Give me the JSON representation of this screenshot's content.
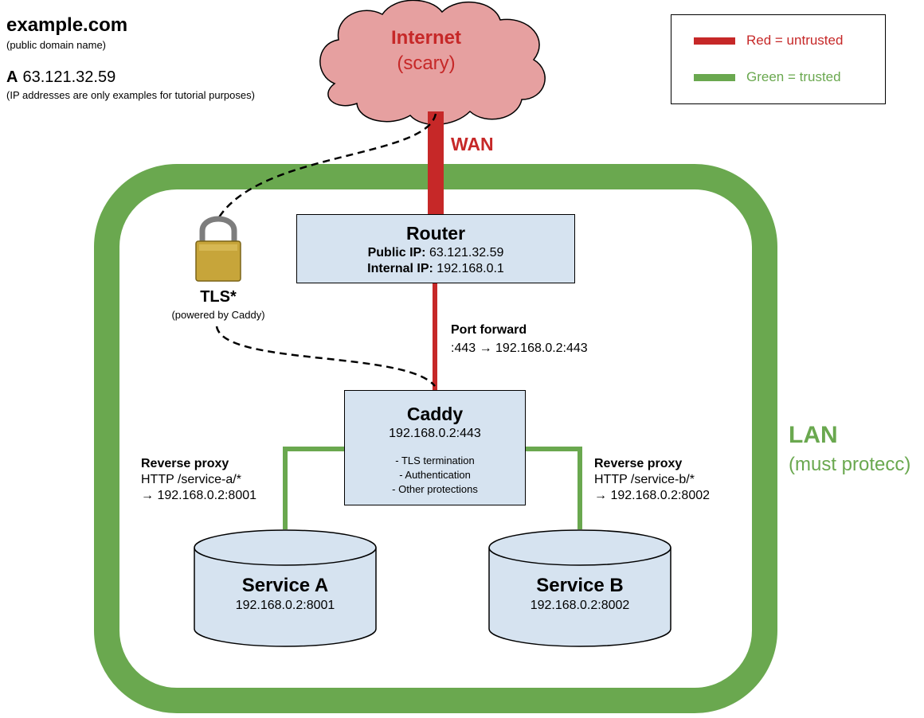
{
  "header": {
    "domain": "example.com",
    "domain_note": "(public domain name)",
    "record_type": "A",
    "record_ip": "63.121.32.59",
    "ip_note": "(IP addresses are only examples for tutorial purposes)"
  },
  "legend": {
    "untrusted_label": "Red = untrusted",
    "trusted_label": "Green = trusted",
    "untrusted_color": "#c62828",
    "trusted_color": "#6aa84f"
  },
  "internet": {
    "title": "Internet",
    "subtitle": "(scary)",
    "cloud_fill": "#e6a0a0",
    "cloud_stroke": "#000000"
  },
  "wan": {
    "label": "WAN"
  },
  "lan": {
    "label": "LAN",
    "subtitle": "(must protecc)"
  },
  "router": {
    "title": "Router",
    "public_ip_label": "Public IP:",
    "public_ip": "63.121.32.59",
    "internal_ip_label": "Internal IP:",
    "internal_ip": "192.168.0.1"
  },
  "tls": {
    "title": "TLS*",
    "subtitle": "(powered by Caddy)",
    "icon": "padlock-icon"
  },
  "port_forward": {
    "title": "Port forward",
    "rule": ":443 → 192.168.0.2:443"
  },
  "caddy": {
    "title": "Caddy",
    "address": "192.168.0.2:443",
    "features": [
      "- TLS termination",
      "- Authentication",
      "- Other protections"
    ]
  },
  "proxy_a": {
    "title": "Reverse proxy",
    "path": "HTTP /service-a/*",
    "target": "→ 192.168.0.2:8001"
  },
  "proxy_b": {
    "title": "Reverse proxy",
    "path": "HTTP /service-b/*",
    "target": "→ 192.168.0.2:8002"
  },
  "service_a": {
    "title": "Service A",
    "address": "192.168.0.2:8001"
  },
  "service_b": {
    "title": "Service B",
    "address": "192.168.0.2:8002"
  },
  "colors": {
    "box_fill": "#d6e3f0",
    "lan_border": "#6aa84f"
  }
}
